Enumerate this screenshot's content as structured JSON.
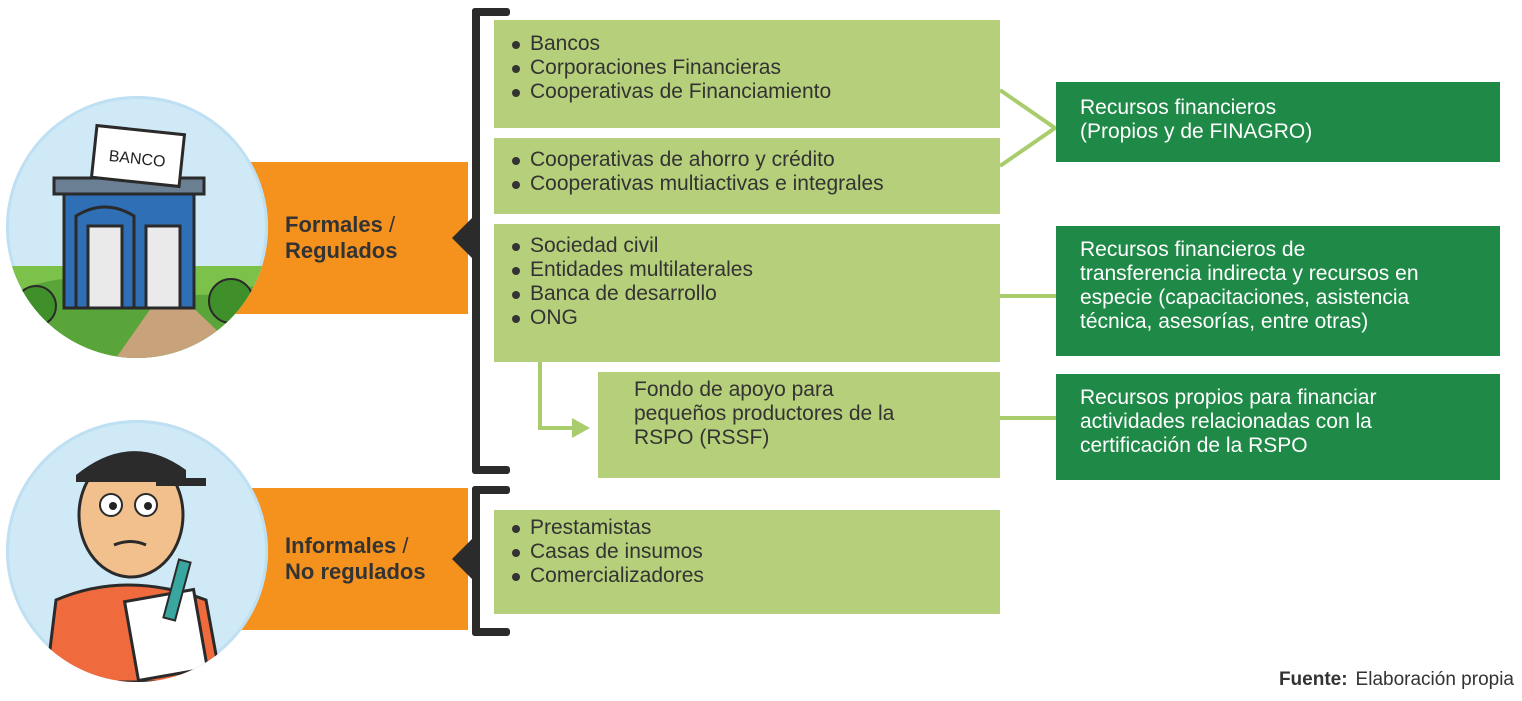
{
  "formales": {
    "label_bold": "Formales",
    "label_rest": " /",
    "label_line2": "Regulados",
    "bank_sign": "BANCO"
  },
  "informales": {
    "label_bold": "Informales",
    "label_rest": " /",
    "label_line2": "No regulados"
  },
  "boxes": {
    "bancos": [
      "Bancos",
      "Corporaciones Financieras",
      "Cooperativas de Financiamiento"
    ],
    "cooperativas": [
      "Cooperativas de ahorro y crédito",
      "Cooperativas multiactivas e integrales"
    ],
    "sociedad": [
      "Sociedad civil",
      "Entidades multilaterales",
      "Banca de desarrollo",
      "ONG"
    ],
    "fondo": [
      "Fondo de apoyo para",
      "pequeños productores de la",
      "RSPO (RSSF)"
    ],
    "informales": [
      "Prestamistas",
      "Casas de insumos",
      "Comercializadores"
    ]
  },
  "outcomes": {
    "recursos_finagro": [
      "Recursos financieros",
      "(Propios y de FINAGRO)"
    ],
    "recursos_indirecta": [
      "Recursos financieros de",
      "transferencia indirecta y recursos en",
      "especie (capacitaciones,  asistencia",
      "técnica, asesorías, entre otras)"
    ],
    "recursos_rspo": [
      "Recursos propios para financiar",
      "actividades relacionadas con la",
      "certificación de la RSPO"
    ]
  },
  "source": {
    "label": "Fuente:",
    "text": "Elaboración propia"
  },
  "colors": {
    "orange": "#f5921e",
    "light_green": "#b5cf7a",
    "dark_green": "#1f8a47",
    "connector": "#a9cc6c"
  }
}
